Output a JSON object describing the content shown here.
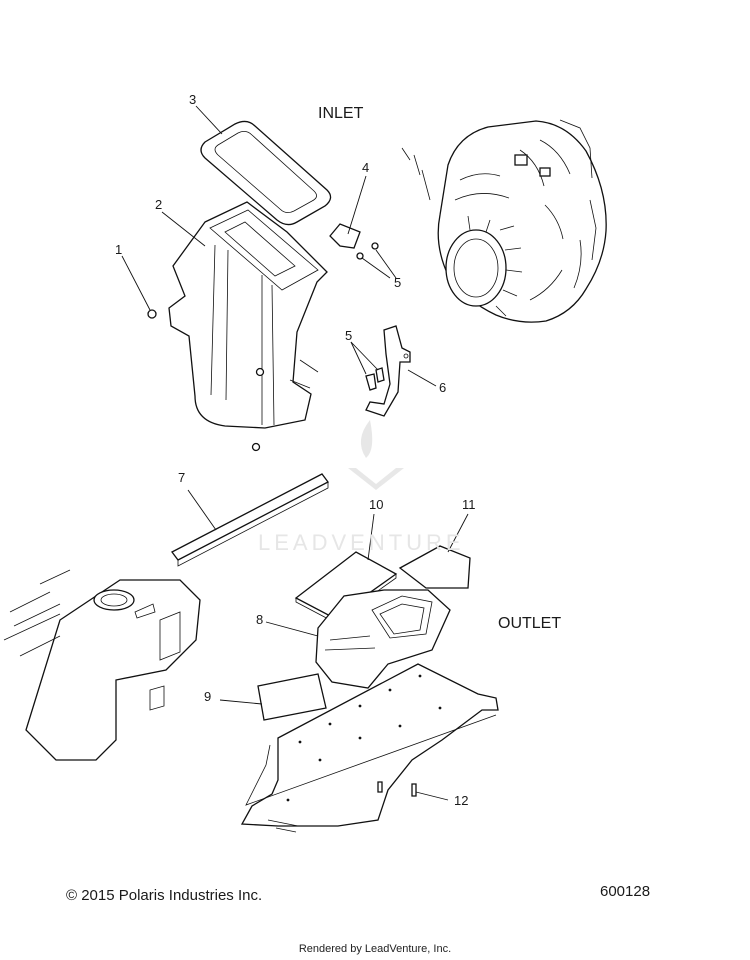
{
  "labels": {
    "inlet": "INLET",
    "outlet": "OUTLET"
  },
  "callouts": [
    "1",
    "2",
    "3",
    "4",
    "5",
    "5",
    "6",
    "7",
    "8",
    "9",
    "10",
    "11",
    "12"
  ],
  "footer": {
    "copyright": "© 2015 Polaris Industries Inc.",
    "diagram_number": "600128",
    "rendered_by": "Rendered by LeadVenture, Inc."
  },
  "watermark": {
    "text": "LEADVENTURE"
  }
}
